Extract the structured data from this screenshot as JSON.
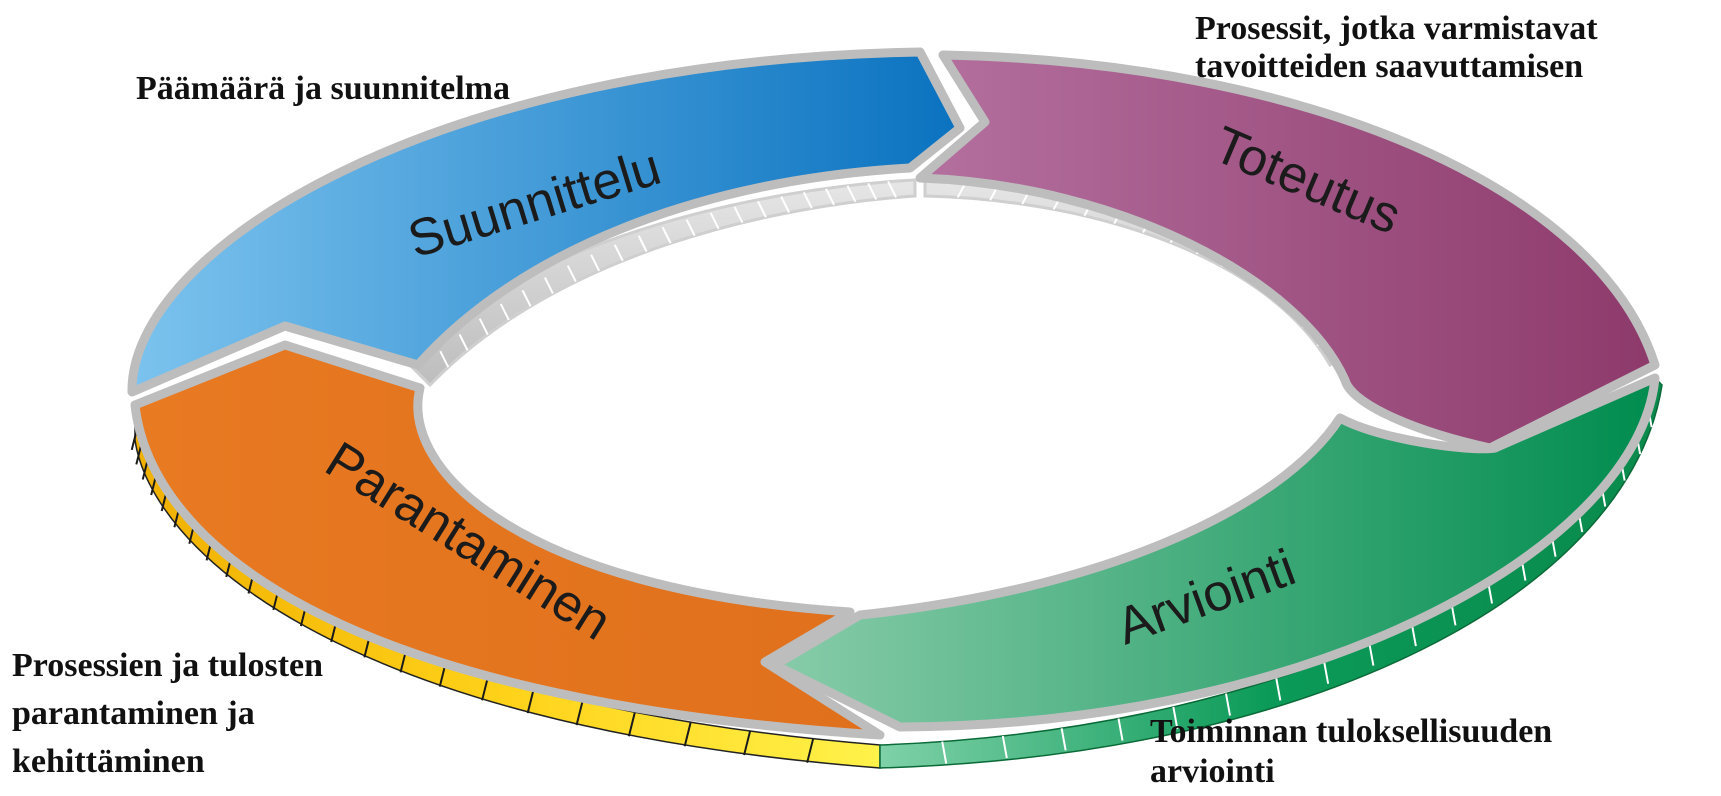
{
  "segments": [
    {
      "id": "suunnittelu",
      "label": "Suunnittelu",
      "colors": [
        "#7cc3ee",
        "#0a72c0"
      ],
      "rim": [
        "#d8d8d8",
        "#bcbcbc"
      ]
    },
    {
      "id": "toteutus",
      "label": "Toteutus",
      "colors": [
        "#b4709f",
        "#8d3a6b"
      ],
      "rim": [
        "#d8d8d8",
        "#bcbcbc"
      ]
    },
    {
      "id": "arviointi",
      "label": "Arviointi",
      "colors": [
        "#88ccaa",
        "#008c4e"
      ],
      "rim": [
        "#1f9a5c",
        "#ffffff"
      ]
    },
    {
      "id": "parantaminen",
      "label": "Parantaminen",
      "colors": [
        "#e87a22",
        "#e0701c"
      ],
      "rim": [
        "#f2b400",
        "#ffe860"
      ]
    }
  ],
  "notes": {
    "top_left": "Päämäärä ja suunnitelma",
    "top_right": [
      "Prosessit, jotka varmistavat",
      "tavoitteiden saavuttamisen"
    ],
    "bottom_left": [
      "Prosessien ja tulosten",
      "parantaminen ja",
      "kehittäminen"
    ],
    "bottom_right": [
      "Toiminnan tuloksellisuuden",
      "arviointi"
    ]
  }
}
